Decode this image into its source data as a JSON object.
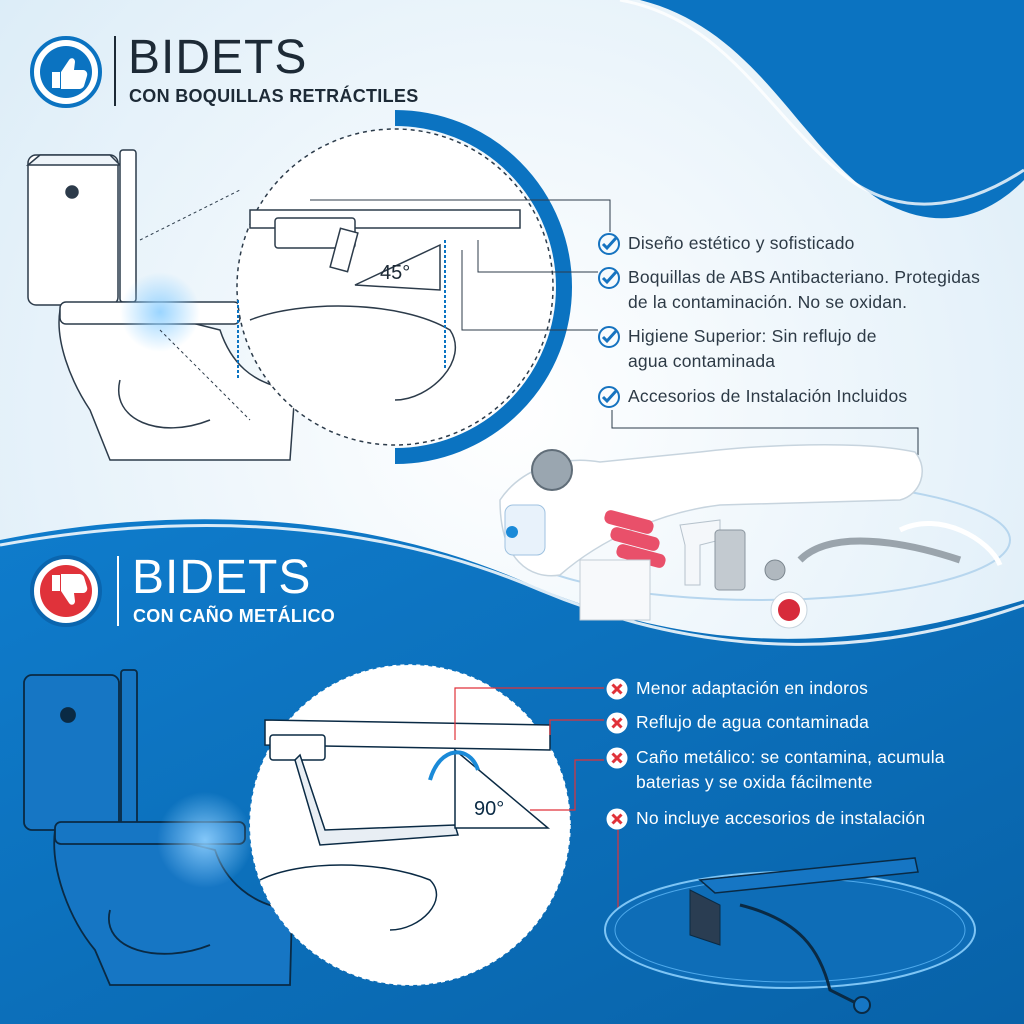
{
  "colors": {
    "primary_blue": "#0b73c1",
    "dark_blue": "#0a65ae",
    "light_bg": "#eaf4fb",
    "check": "#1673c0",
    "cross": "#e0323a",
    "text_dark": "#2d3a46"
  },
  "top_section": {
    "title": "BIDETS",
    "subtitle": "CON BOQUILLAS RETRÁCTILES",
    "icon": "thumbs-up-icon",
    "angle_label": "45°",
    "features": [
      "Diseño estético y sofisticado",
      "Boquillas de ABS Antibacteriano. Protegidas\nde la contaminación. No se oxidan.",
      "Higiene Superior: Sin reflujo de\nagua contaminada",
      "Accesorios de Instalación Incluidos"
    ],
    "feature_icon": "check-icon"
  },
  "bottom_section": {
    "title": "BIDETS",
    "subtitle": "CON CAÑO METÁLICO",
    "icon": "thumbs-down-icon",
    "angle_label": "90°",
    "features": [
      "Menor adaptación en indoros",
      "Reflujo de agua contaminada",
      "Caño metálico: se contamina, acumula\nbaterias y se oxida fácilmente",
      "No incluye accesorios de instalación"
    ],
    "feature_icon": "cross-icon"
  }
}
